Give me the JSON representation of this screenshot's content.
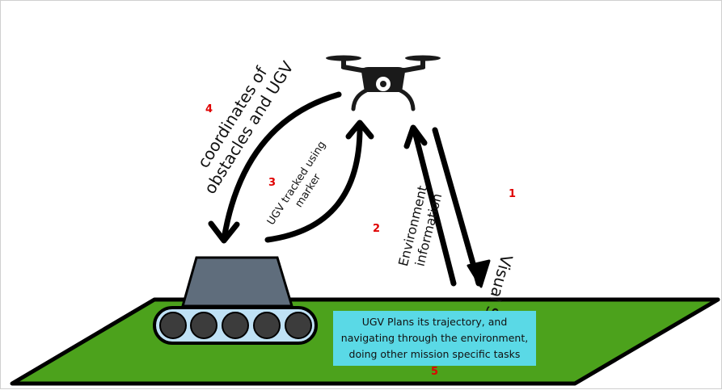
{
  "labels": {
    "coordinates": "coordinates of\nobstacles and UGV",
    "ugv_tracked": "UGV tracked using\nmarker",
    "environment_info": "Environment\ninformation",
    "visual_slam": "Visual SLAM",
    "task": "UGV Plans its trajectory, and\nnavigating through the environment,\ndoing other mission specific tasks"
  },
  "step_numbers": {
    "visual_slam": "1",
    "environment_info": "2",
    "ugv_tracked": "3",
    "coordinates": "4",
    "task": "5"
  },
  "colors": {
    "ground": "#4ca21c",
    "ugv_body": "#5f6d7c",
    "ugv_wheels": "#3c3c3c",
    "task_box": "#5ad9e6",
    "step_number": "#e00000",
    "drone": "#1a1a1a"
  },
  "icons": [
    "drone-icon",
    "ugv-icon"
  ]
}
